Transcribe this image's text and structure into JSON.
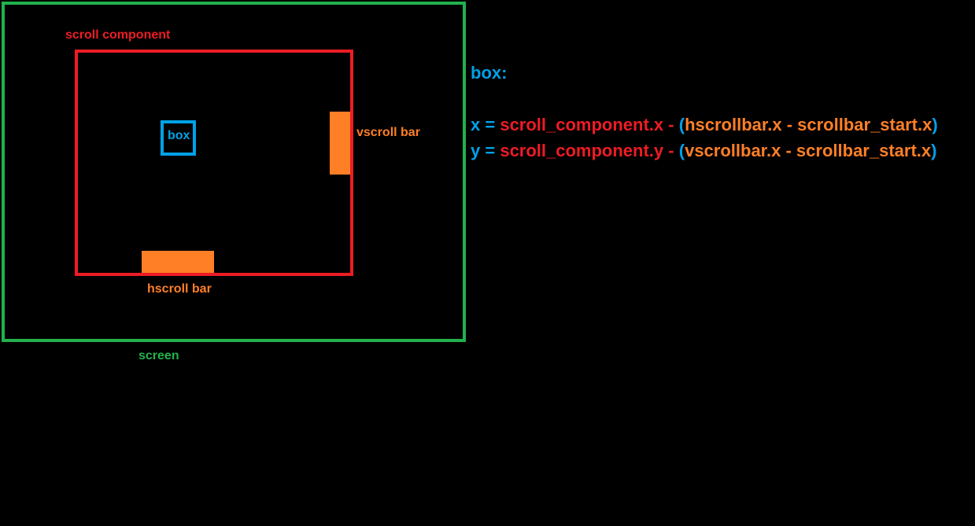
{
  "colors": {
    "screen": "#22b14c",
    "scroll_component": "#ed1c24",
    "scrollbar": "#ff7f27",
    "box": "#00a2e8",
    "background": "#000000"
  },
  "labels": {
    "screen": "screen",
    "scroll_component": "scroll component",
    "box": "box",
    "vscroll_bar": "vscroll bar",
    "hscroll_bar": "hscroll bar"
  },
  "formula": {
    "title": "box:",
    "x": {
      "lhs": "x =",
      "component": "scroll_component.x",
      "minus": "-",
      "open_paren": "(",
      "expr": "hscrollbar.x - scrollbar_start.x",
      "close_paren": ")"
    },
    "y": {
      "lhs": "y =",
      "component": "scroll_component.y",
      "minus": "-",
      "open_paren": "(",
      "expr": "vscrollbar.x - scrollbar_start.x",
      "close_paren": ")"
    }
  }
}
